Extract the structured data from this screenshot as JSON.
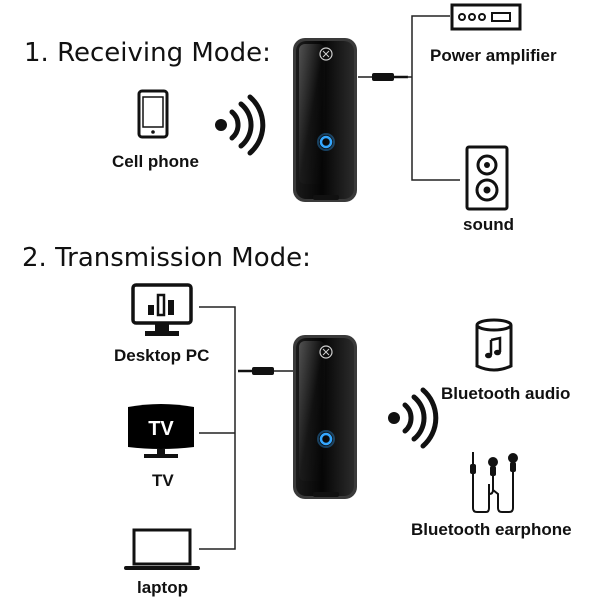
{
  "receiving": {
    "heading": "1. Receiving Mode:",
    "cell_phone": "Cell phone",
    "power_amplifier": "Power amplifier",
    "sound": "sound"
  },
  "transmission": {
    "heading": "2. Transmission Mode:",
    "desktop_pc": "Desktop PC",
    "tv": "TV",
    "tv_screen_text": "TV",
    "laptop": "laptop",
    "bluetooth_audio": "Bluetooth audio",
    "bluetooth_earphone": "Bluetooth earphone"
  }
}
